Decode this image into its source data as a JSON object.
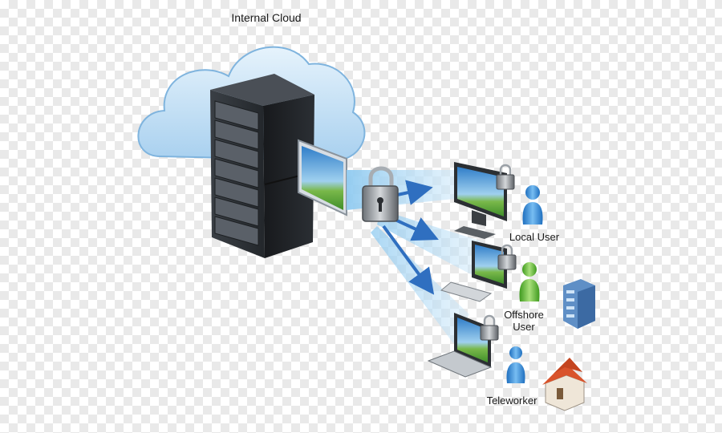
{
  "labels": {
    "cloud": "Internal Cloud",
    "local_user": "Local User",
    "offshore_user_line1": "Offshore",
    "offshore_user_line2": "User",
    "teleworker": "Teleworker"
  },
  "icons": [
    "cloud-icon",
    "server-rack-icon",
    "screen-image-icon",
    "padlock-icon",
    "desktop-monitor-icon",
    "laptop-icon",
    "person-icon",
    "office-building-icon",
    "house-icon"
  ],
  "colors": {
    "cloud": "#bcdcf4",
    "server": "#2f3338",
    "arrow": "#2f6fc0",
    "beam": "#a9d6f3",
    "person_blue": "#3d8fd6",
    "person_green": "#6fbf3a",
    "house_roof": "#d9532b"
  }
}
